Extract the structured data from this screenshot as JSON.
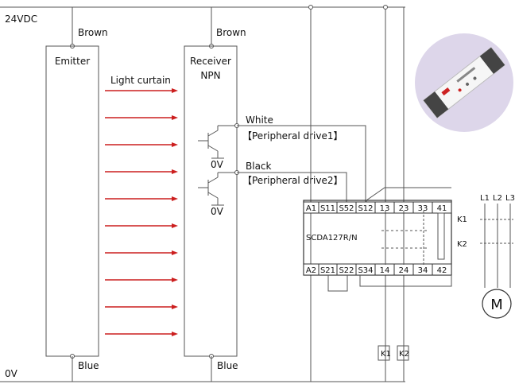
{
  "supply": {
    "top": "24VDC",
    "bottom": "0V"
  },
  "emitter": {
    "label": "Emitter",
    "top_wire": "Brown",
    "bottom_wire": "Blue"
  },
  "receiver": {
    "label": "Receiver",
    "type": "NPN",
    "top_wire": "Brown",
    "bottom_wire": "Blue"
  },
  "light_curtain": {
    "label": "Light curtain",
    "beam_color": "#cc1f1f",
    "beam_count": 10
  },
  "outputs": [
    {
      "wire": "White",
      "label": "【Peripheral drive1】",
      "ground": "0V"
    },
    {
      "wire": "Black",
      "label": "【Peripheral drive2】",
      "ground": "0V"
    }
  ],
  "relay": {
    "model": "SCDA127R/N",
    "top_terminals": [
      "A1",
      "S11",
      "S52",
      "S12",
      "13",
      "23",
      "33",
      "41"
    ],
    "bottom_terminals": [
      "A2",
      "S21",
      "S22",
      "S34",
      "14",
      "24",
      "34",
      "42"
    ],
    "contactors": [
      "K1",
      "K2"
    ]
  },
  "phases": [
    "L1",
    "L2",
    "L3"
  ],
  "motor": {
    "label": "M"
  }
}
